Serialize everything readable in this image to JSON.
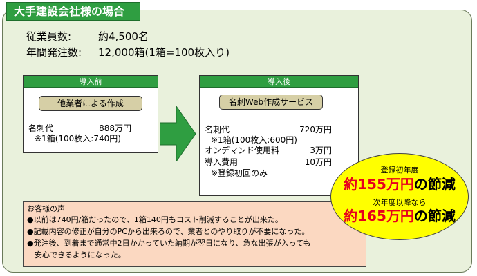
{
  "title": "大手建設会社様の場合",
  "stats": {
    "employees_label": "従業員数:",
    "employees_value": "約4,500名",
    "orders_label": "年間発注数:",
    "orders_value": "12,000箱(1箱=100枚入り)"
  },
  "before": {
    "header": "導入前",
    "method": "他業者による作成",
    "item_label": "名刺代",
    "item_amount": "888万円",
    "item_note": "※1箱(100枚入:740円)"
  },
  "after": {
    "header": "導入後",
    "method": "名刺Web作成サービス",
    "item1_label": "名刺代",
    "item1_amount": "720万円",
    "item1_note": "※1箱(100枚入:600円)",
    "item2_label": "オンデマンド使用料",
    "item2_amount": "3万円",
    "item3_label": "導入費用",
    "item3_amount": "10万円",
    "item3_note": "※登録初回のみ"
  },
  "savings": {
    "first_year_label": "登録初年度",
    "first_year_prefix": "約",
    "first_year_amount": "155万円",
    "first_year_suffix": "の節減",
    "next_year_label": "次年度以降なら",
    "next_year_prefix": "約",
    "next_year_amount": "165万円",
    "next_year_suffix": "の節減"
  },
  "voice": {
    "heading": "お客様の声",
    "lines": [
      "●以前は740円/箱だったので、1箱140円もコスト削減することが出来た。",
      "●記載内容の修正が自分のPCから出来るので、業者とのやり取りが不要になった。",
      "●発注後、到着まで通常中2日かかっていた納期が翌日になり、急な出張が入っても",
      "　安心できるようになった。"
    ]
  },
  "colors": {
    "header_green": "#2f9e41",
    "panel_bg": "#e9f1dc",
    "pill_bg": "#d6cfa6",
    "voice_bg": "#fbd8c1",
    "highlight_yellow": "#ffff00",
    "savings_red": "#e8001c"
  }
}
